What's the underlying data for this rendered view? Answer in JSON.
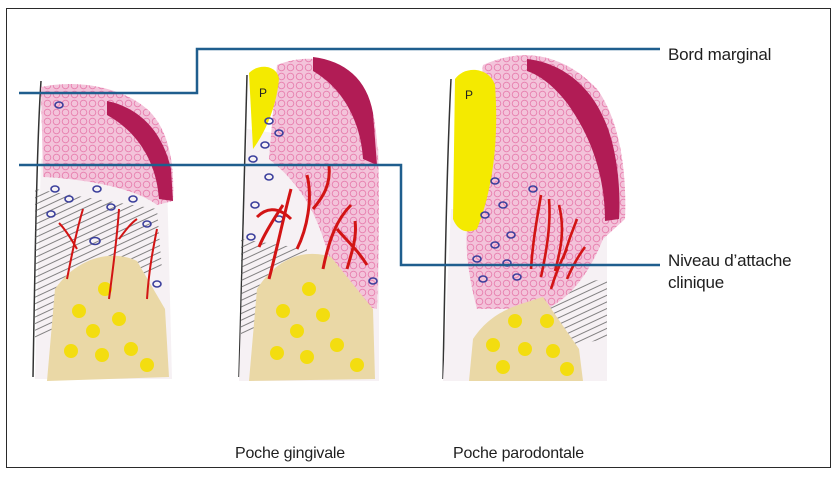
{
  "labels": {
    "bord_marginal": "Bord marginal",
    "niveau_line1": "Niveau d’attache",
    "niveau_line2": "clinique",
    "pocket_marker": "P"
  },
  "captions": {
    "gingival": "Poche gingivale",
    "periodontal": "Poche parodontale"
  },
  "colors": {
    "reference_line": "#1f5e8e",
    "epithelium": "#f2b6d2",
    "keratin_layer": "#a0144a",
    "bone": "#ead8a6",
    "bone_spots": "#f3dd10",
    "pocket": "#f4ea00",
    "vessels": "#d21414",
    "nuclei": "#3b3f9c"
  }
}
